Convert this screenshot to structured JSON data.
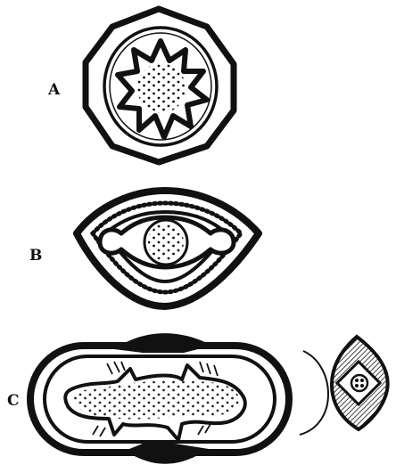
{
  "figure": {
    "labels": {
      "a": "A",
      "b": "B",
      "c": "C"
    },
    "ink_color": "#111111",
    "paper_color": "#ffffff"
  }
}
